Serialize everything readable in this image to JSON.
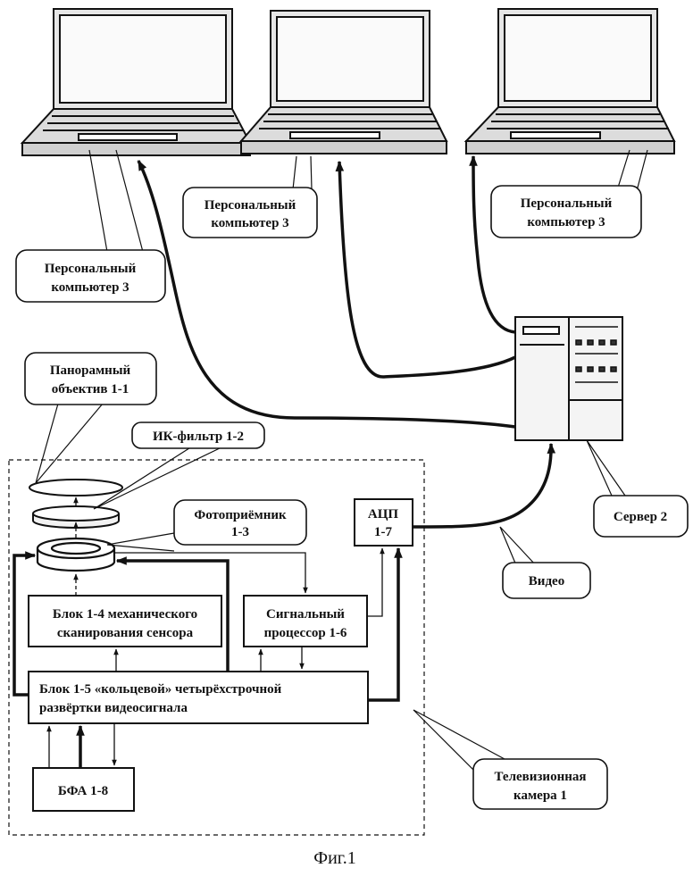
{
  "labels": {
    "pc_left_line1": "Персональный",
    "pc_left_line2": "компьютер 3",
    "pc_mid_line1": "Персональный",
    "pc_mid_line2": "компьютер 3",
    "pc_right_line1": "Персональный",
    "pc_right_line2": "компьютер 3",
    "lens_line1": "Панорамный",
    "lens_line2": "объектив 1-1",
    "ir_filter": "ИК-фильтр 1-2",
    "photo_line1": "Фотоприёмник",
    "photo_line2": "1-3",
    "adc_line1": "АЦП",
    "adc_line2": "1-7",
    "server": "Сервер 2",
    "video": "Видео",
    "block14_line1": "Блок 1-4 механического",
    "block14_line2": "сканирования  сенсора",
    "sigproc_line1": "Сигнальный",
    "sigproc_line2": "процессор 1-6",
    "block15_line1": "Блок  1-5 «кольцевой» четырёхстрочной",
    "block15_line2": "развёртки видеосигнала",
    "bfa": "БФА 1-8",
    "tv_line1": "Телевизионная",
    "tv_line2": "камера 1"
  },
  "caption": "Фиг.1"
}
